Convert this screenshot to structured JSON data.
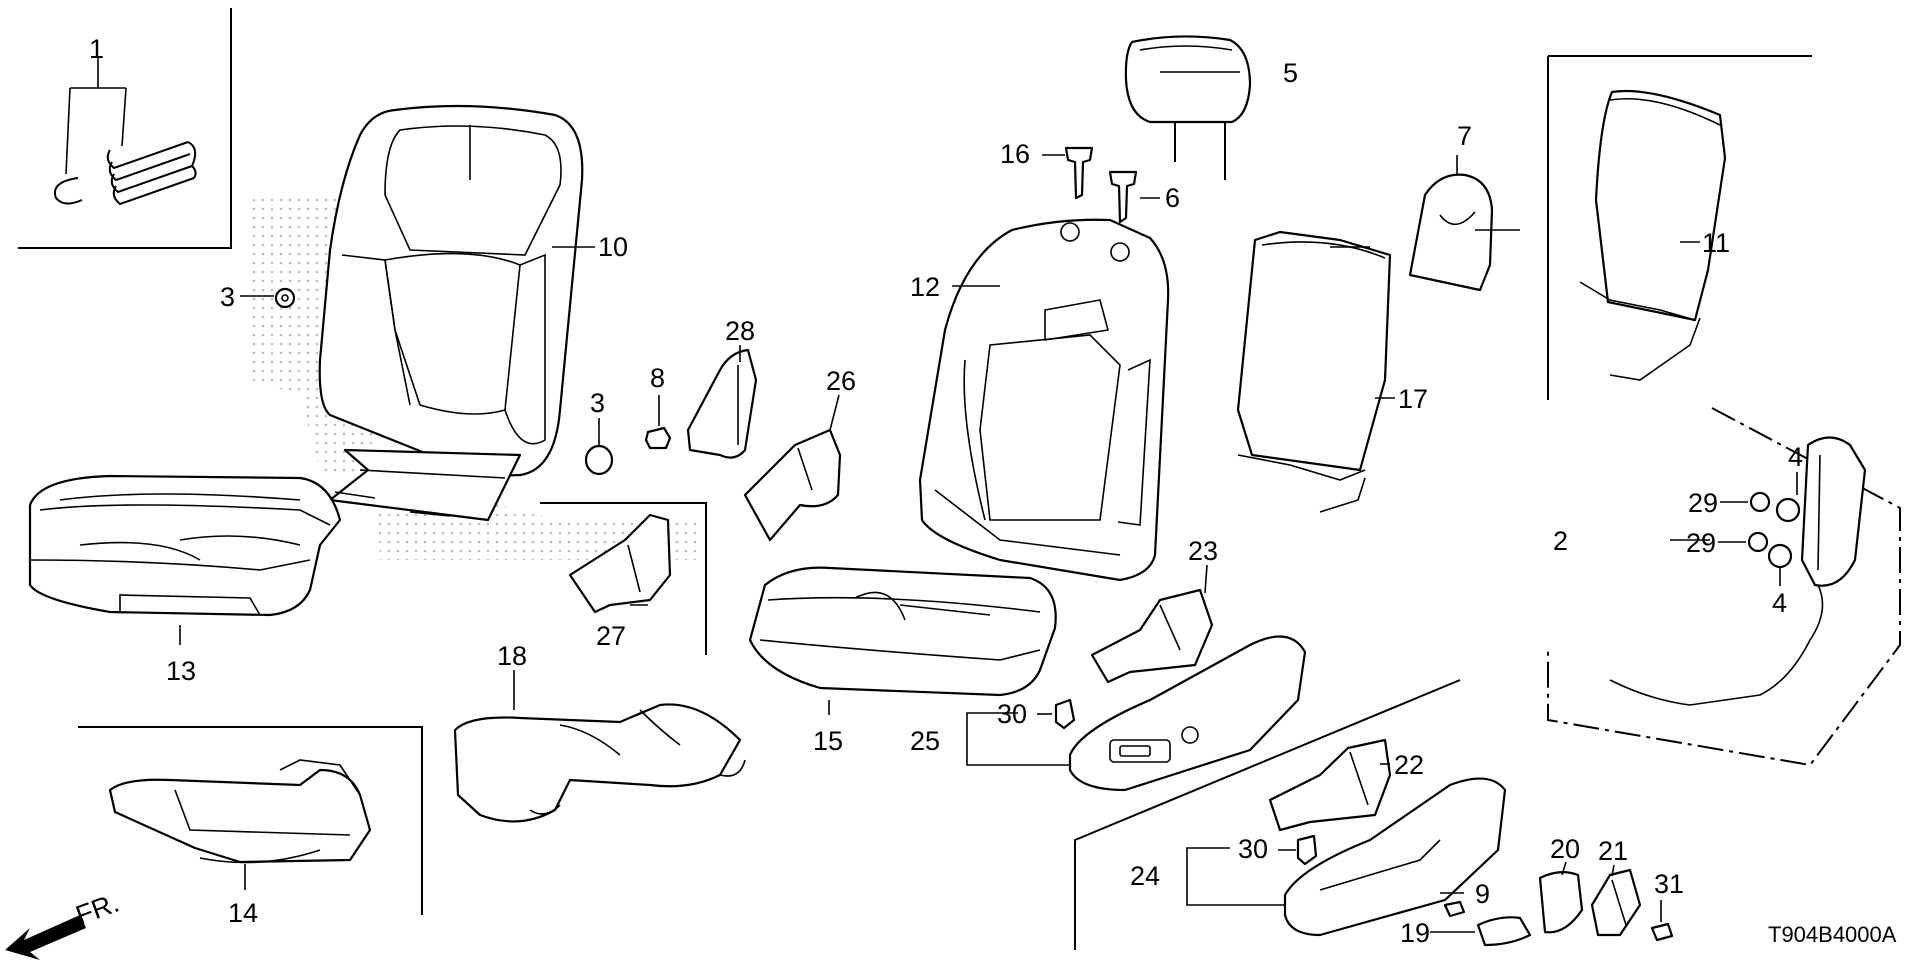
{
  "diagram": {
    "drawing_code": "T904B4000A",
    "front_marker": "FR.",
    "callouts": {
      "p1": "1",
      "p2": "2",
      "p3a": "3",
      "p3b": "3",
      "p4a": "4",
      "p4b": "4",
      "p5": "5",
      "p6": "6",
      "p7": "7",
      "p8": "8",
      "p9": "9",
      "p10": "10",
      "p11": "11",
      "p12": "12",
      "p13": "13",
      "p14": "14",
      "p15": "15",
      "p16": "16",
      "p17": "17",
      "p18": "18",
      "p19": "19",
      "p20": "20",
      "p21": "21",
      "p22": "22",
      "p23": "23",
      "p24": "24",
      "p25": "25",
      "p26": "26",
      "p27": "27",
      "p28": "28",
      "p29a": "29",
      "p29b": "29",
      "p30a": "30",
      "p30b": "30",
      "p31": "31"
    }
  }
}
